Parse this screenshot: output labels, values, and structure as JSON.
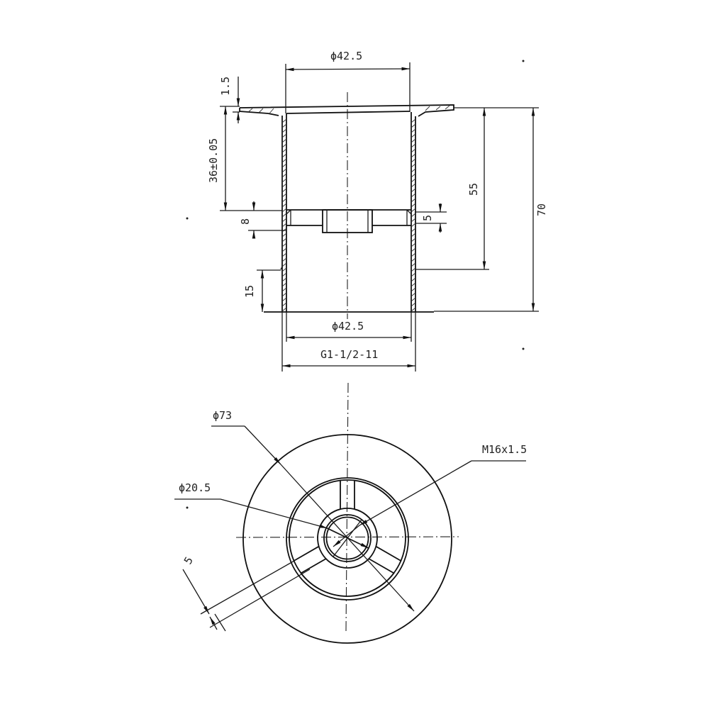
{
  "drawing": {
    "title": "Sink drain strainer body - engineering drawing",
    "views": [
      "section-view",
      "bottom-view"
    ]
  },
  "section_view": {
    "dimensions": {
      "top_diameter": "ϕ42.5",
      "flange_thickness": "1.5",
      "upper_height": "36±0.05",
      "crossbar_offset": "8",
      "thread_length": "15",
      "crossbar_height": "5",
      "unthreaded_height": "55",
      "overall_height": "70",
      "bottom_diameter": "ϕ42.5",
      "thread_spec": "G1-1/2-11"
    }
  },
  "bottom_view": {
    "dimensions": {
      "flange_diameter": "ϕ73",
      "hub_diameter": "ϕ20.5",
      "center_thread": "M16x1.5",
      "spoke_width": "5"
    }
  },
  "colors": {
    "line": "#1a1a1a",
    "background": "#ffffff"
  }
}
